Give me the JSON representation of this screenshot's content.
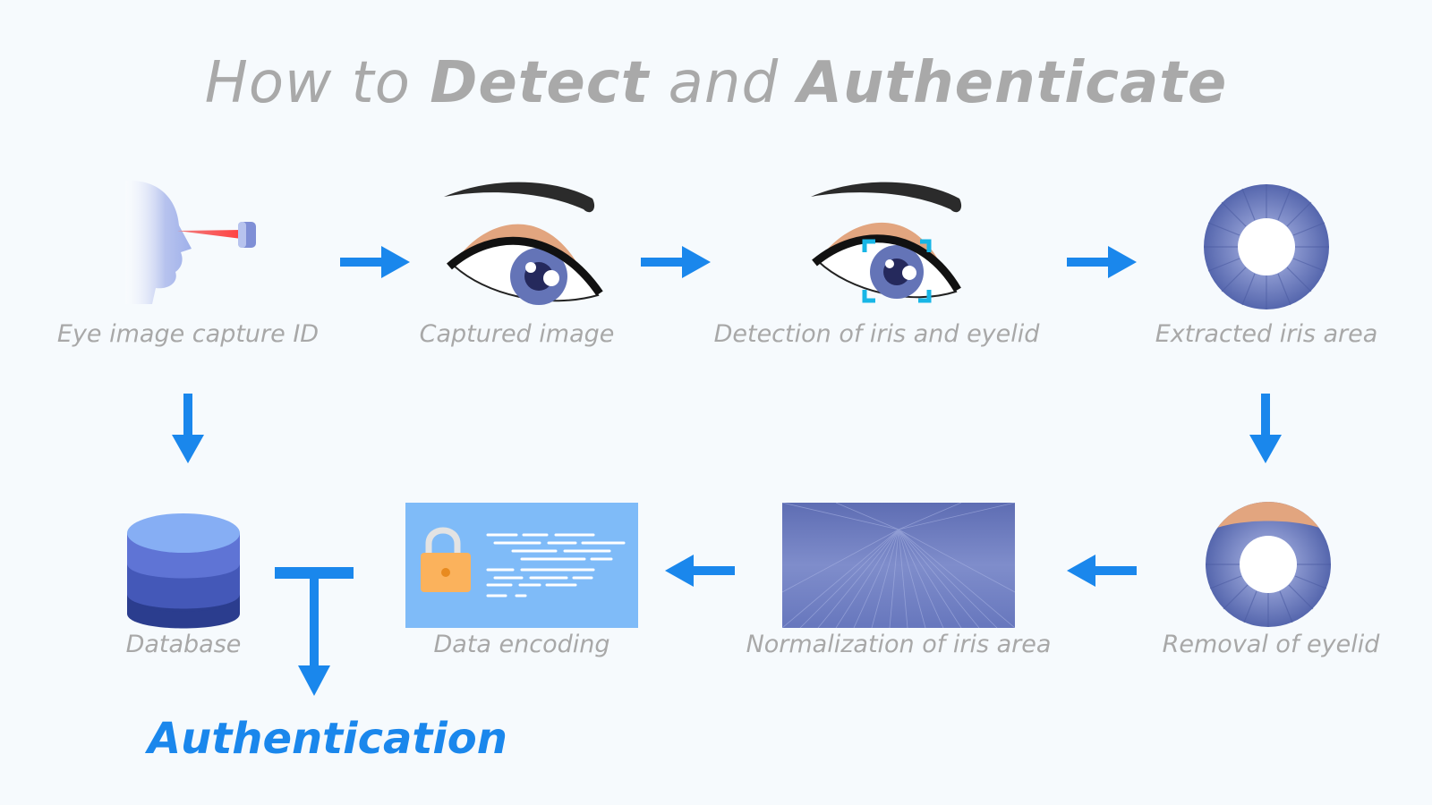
{
  "title": {
    "part1": "How to ",
    "part2": "Detect",
    "part3": " and ",
    "part4": "Authenticate"
  },
  "steps": {
    "capture": "Eye image capture ID",
    "captured": "Captured image",
    "detection": "Detection of iris and eyelid",
    "extracted": "Extracted iris area",
    "removal": "Removal of eyelid",
    "normalization": "Normalization of iris area",
    "encoding": "Data encoding",
    "database": "Database"
  },
  "result": "Authentication",
  "colors": {
    "arrow": "#1a87ec",
    "iris": "#6474b7",
    "skin": "#e2a57f",
    "encoding_bg": "#7fbbf8",
    "lock": "#fbb25c",
    "db_top": "#86aef4",
    "db_mid": "#5f74d5",
    "db_bottom": "#2b3d8e"
  }
}
